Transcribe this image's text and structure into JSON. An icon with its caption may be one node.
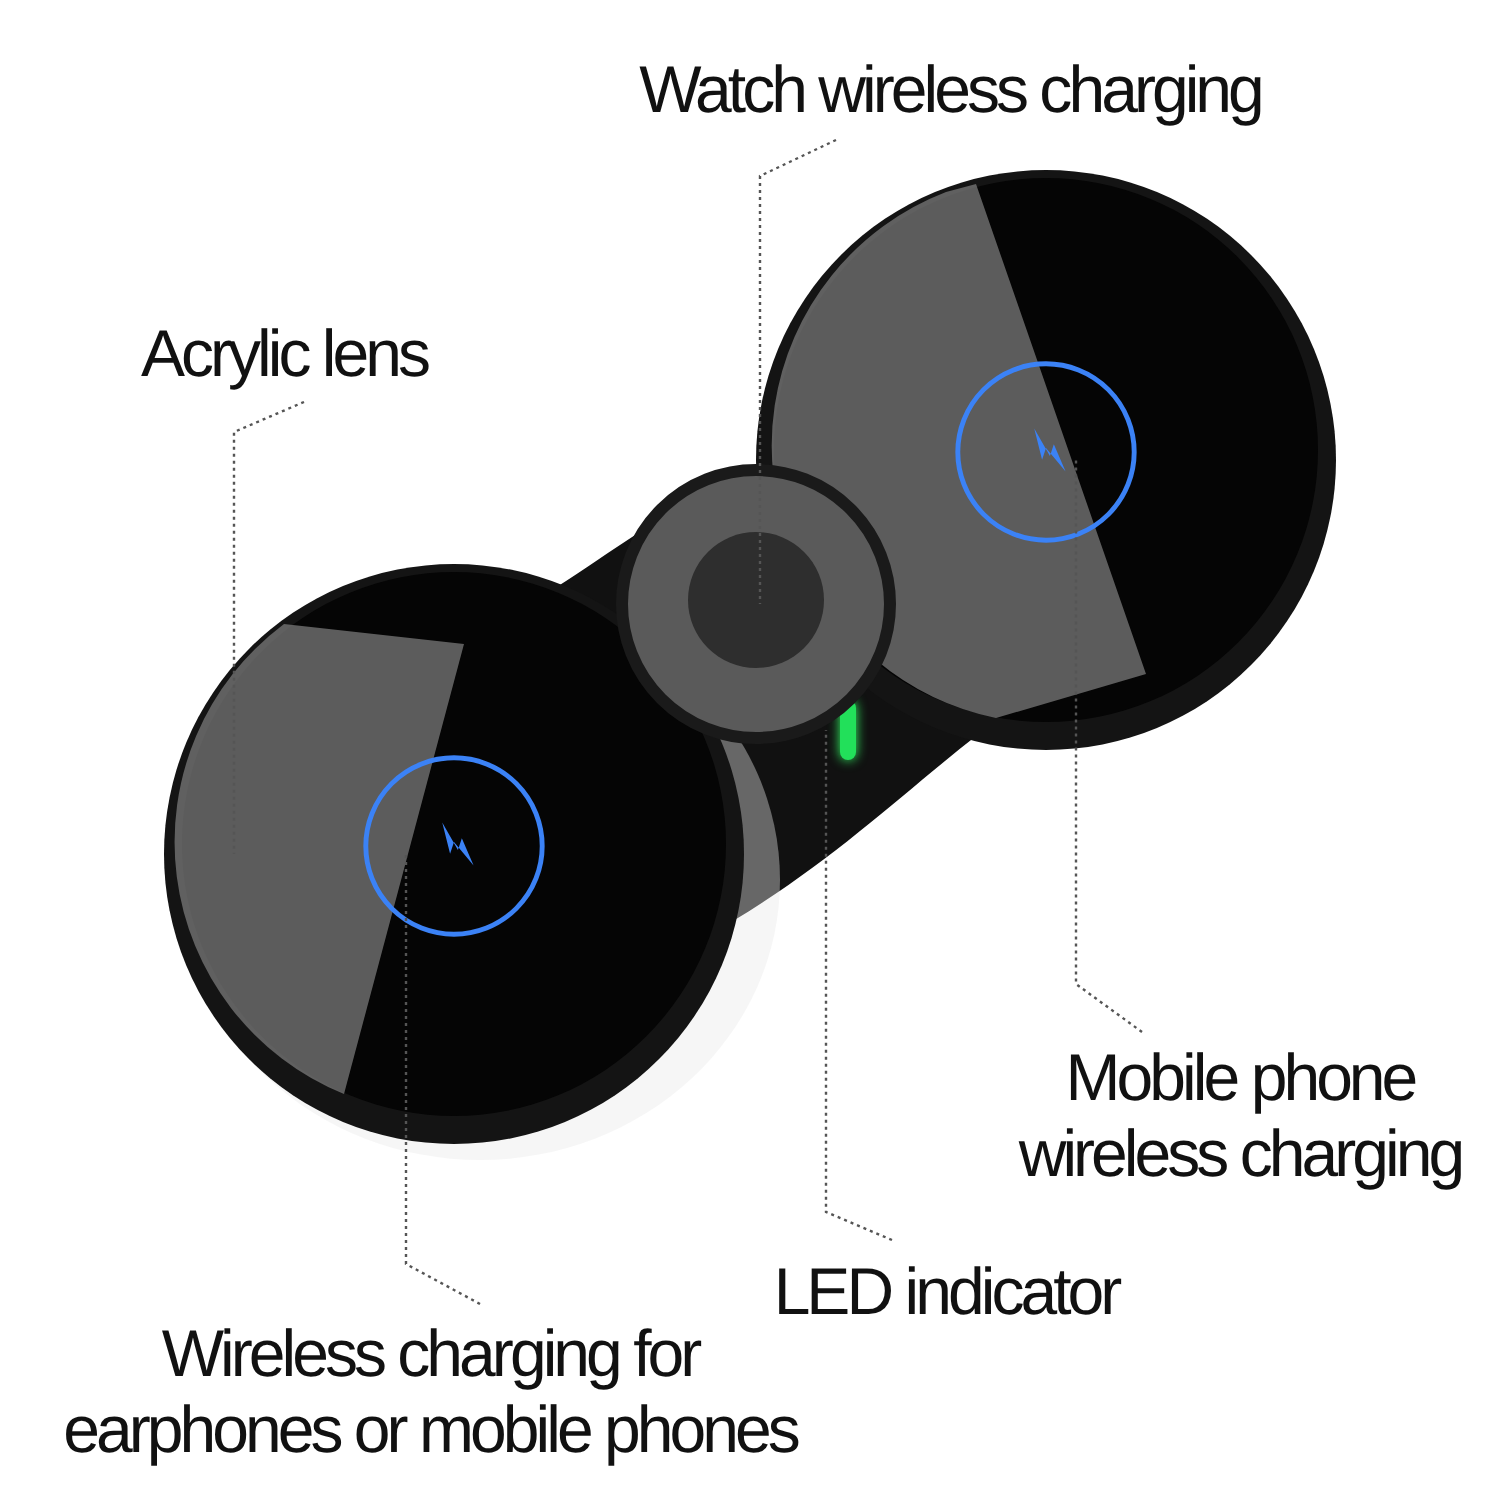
{
  "diagram": {
    "nodes": [
      {
        "text": [
          "Watch wireless charging"
        ]
      },
      {
        "text": [
          "Acrylic lens"
        ]
      },
      {
        "text": [
          "Mobile phone wireless charging"
        ]
      },
      {
        "text": [
          "LED indicator"
        ]
      },
      {
        "text": [
          "Wireless charging for earphones or mobile phones"
        ]
      },
      {
        "text": [],
        "shape": "circle"
      },
      {
        "text": [],
        "shape": "circle"
      },
      {
        "text": [],
        "shape": "circle"
      },
      {
        "text": [],
        "shape": "bar"
      }
    ],
    "edges": [
      {
        "from": 0,
        "to": 6,
        "arrow": "none"
      },
      {
        "from": 1,
        "to": 5,
        "arrow": "none"
      },
      {
        "from": 2,
        "to": 7,
        "arrow": "none"
      },
      {
        "from": 3,
        "to": 8,
        "arrow": "none"
      },
      {
        "from": 4,
        "to": 5,
        "arrow": "none"
      }
    ]
  }
}
